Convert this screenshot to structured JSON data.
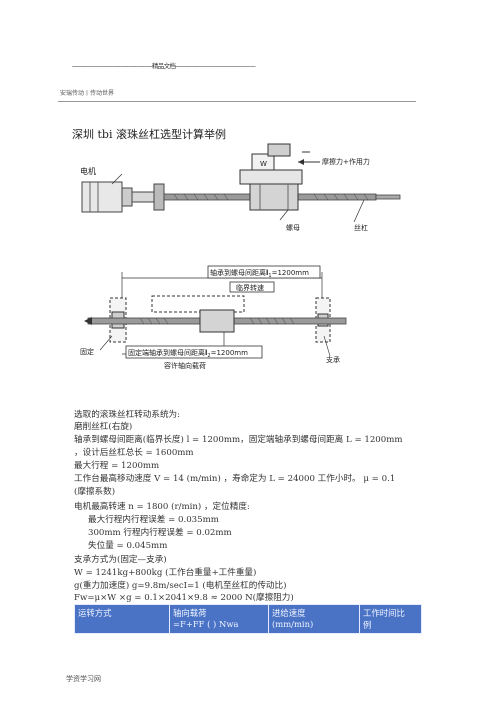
{
  "header": {
    "top_line": "--------------------------------------------------精品文档--------------------------------------------------",
    "site": "安瑞传动丨传动世界"
  },
  "title": "深圳 tbi 滚珠丝杠选型计算举例",
  "diagram1": {
    "motor_label": "电机",
    "load_label": "摩擦力+作用力",
    "nut_label": "螺母",
    "screw_label": "丝杠",
    "w_label": "W"
  },
  "diagram2": {
    "top_label": "轴承到螺母间距离",
    "top_sym": "l",
    "top_sub": "1",
    "top_val": "=1200mm",
    "critical_label": "临界转速",
    "fixed_label": "固定",
    "support_label": "支承",
    "bottom_label": "固定端轴承到螺母间距离",
    "bottom_sym": "l",
    "bottom_sub": "2",
    "bottom_val": "=1200mm",
    "allow_label": "容许轴向载荷"
  },
  "lines": [
    "选取的滚珠丝杠转动系统为:",
    "磨削丝杠(右旋)",
    "轴承到螺母间距离(临界长度) l = 1200mm，固定端轴承到螺母间距离 L = 1200mm",
    "，设计后丝杠总长 = 1600mm",
    "最大行程 = 1200mm",
    "工作台最高移动速度 V = 14 (m/min) ，寿命定为 L = 24000 工作小时。 μ = 0.1",
    "(摩擦系数)",
    "电机最高转速 n = 1800 (r/min)  ，定位精度:",
    "最大行程内行程误差 = 0.035mm",
    "300mm 行程内行程误差 = 0.02mm",
    "失位量 = 0.045mm",
    "支承方式为(固定—支承)",
    "W = 1241kg+800kg (工作台重量+工件重量)",
    "g(重力加速度) g=9.8m/secI=1 (电机至丝杠的传动比)",
    "Fw=μ×W ×g = 0.1×2041×9.8 ≈ 2000 N(摩擦阻力)"
  ],
  "table": {
    "headers": [
      "运转方式",
      "轴向载荷",
      "进给速度",
      "工作时间比"
    ],
    "sub_headers": [
      "",
      "=F+FF ( ) Nwa",
      "(mm/min)",
      "例"
    ]
  },
  "footer": "学资学习网"
}
